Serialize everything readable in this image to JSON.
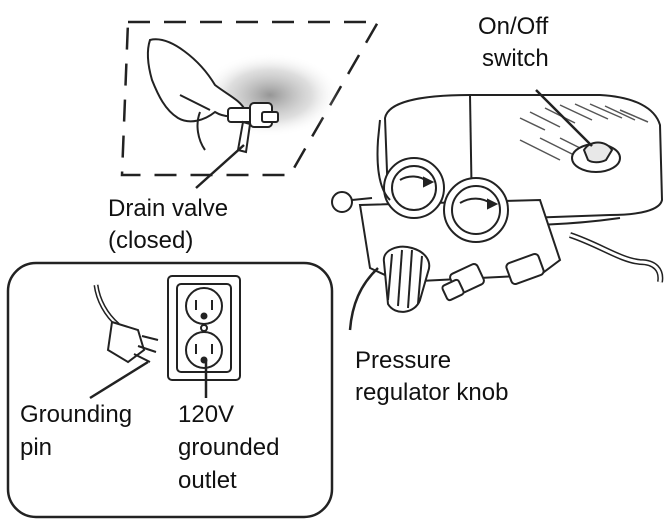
{
  "labels": {
    "on_off_switch": [
      "On/Off",
      "switch"
    ],
    "drain_valve": [
      "Drain valve",
      "(closed)"
    ],
    "pressure_regulator": [
      "Pressure",
      "regulator knob"
    ],
    "grounding_pin": [
      "Grounding",
      "pin"
    ],
    "outlet": [
      "120V",
      "grounded",
      "outlet"
    ]
  }
}
